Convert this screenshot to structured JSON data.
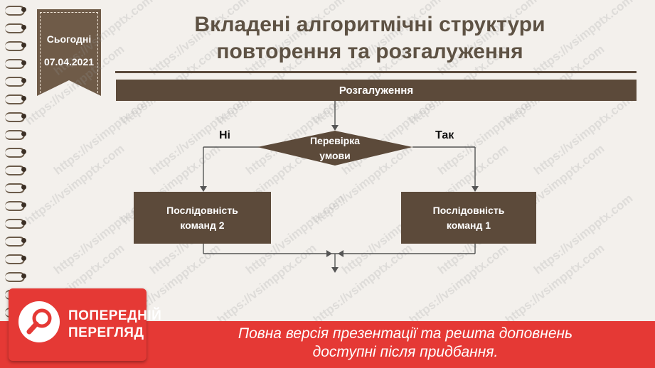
{
  "date": {
    "label": "Сьогодні",
    "value": "07.04.2021"
  },
  "title": {
    "line1": "Вкладені алгоритмічні структури",
    "line2": "повторення та розгалуження"
  },
  "flowchart": {
    "header": "Розгалуження",
    "condition": {
      "line1": "Перевірка",
      "line2": "умови"
    },
    "no_label": "Ні",
    "yes_label": "Так",
    "left_box": {
      "line1": "Послідовність",
      "line2": "команд 2"
    },
    "right_box": {
      "line1": "Послідовність",
      "line2": "команд 1"
    }
  },
  "preview": {
    "line1": "ПОПЕРЕДНІЙ",
    "line2": "ПЕРЕГЛЯД",
    "notice_line1": "Повна версія презентації та решта доповнень",
    "notice_line2": "доступні після придбання."
  },
  "watermark": "https://vsimpptx.com",
  "colors": {
    "brown": "#5c4a3a",
    "red": "#e53935",
    "title_text": "#5e5244"
  }
}
